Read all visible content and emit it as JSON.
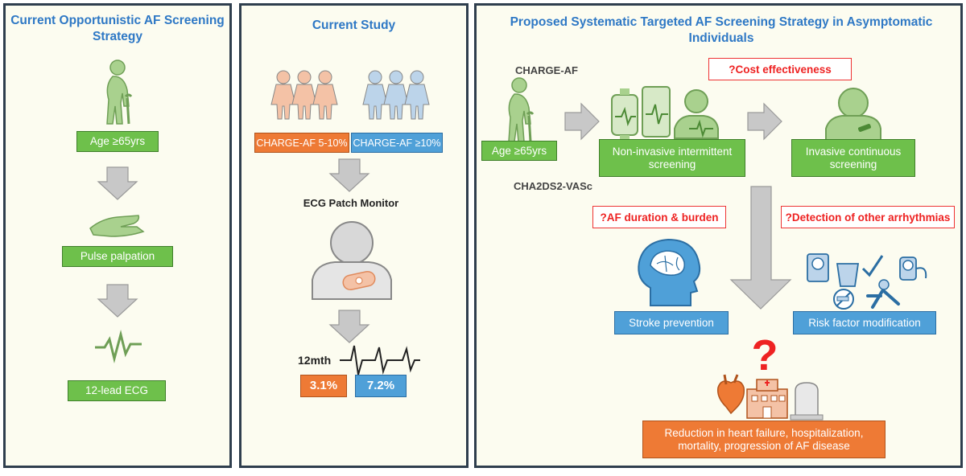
{
  "panel1": {
    "title": "Current Opportunistic AF Screening Strategy",
    "age_box": "Age ≥65yrs",
    "pulse_box": "Pulse palpation",
    "ecg_box": "12-lead ECG"
  },
  "panel2": {
    "title": "Current Study",
    "group_a": "CHARGE-AF 5-10%",
    "group_b": "CHARGE-AF ≥10%",
    "monitor_label": "ECG Patch Monitor",
    "duration_label": "12mth",
    "result_a": "3.1%",
    "result_b": "7.2%"
  },
  "panel3": {
    "title": "Proposed Systematic Targeted AF Screening Strategy in Asymptomatic Individuals",
    "charge_label": "CHARGE-AF",
    "cha_label": "CHA2DS2-VASc",
    "age_box": "Age ≥65yrs",
    "noninvasive_box": "Non-invasive intermittent screening",
    "invasive_box": "Invasive continuous screening",
    "q_cost": "?Cost effectiveness",
    "q_duration": "?AF duration & burden",
    "q_arrhythmia": "?Detection of other arrhythmias",
    "stroke_box": "Stroke prevention",
    "risk_box": "Risk factor modification",
    "question_mark": "?",
    "outcome_box": "Reduction in heart failure,  hospitalization, mortality, progression of AF disease"
  },
  "colors": {
    "title_blue": "#2e78c5",
    "box_green": "#6ec04b",
    "box_orange": "#ee7a35",
    "box_blue": "#4fa0d8",
    "question_red": "#e22",
    "arrow_gray": "#c8c8c8"
  }
}
